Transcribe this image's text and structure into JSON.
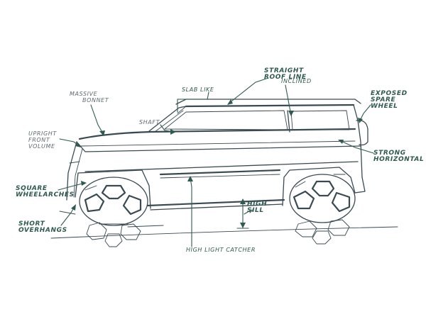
{
  "annotations": {
    "straight_roofline": [
      "Straight",
      "Roof line"
    ],
    "slab_like": "Slab like",
    "inclined": "Inclined",
    "exposed_spare_wheel": [
      "Exposed",
      "Spare",
      "wheel"
    ],
    "massive_bonnet": [
      "Massive",
      "Bonnet"
    ],
    "shaft": "Shaft",
    "upright_front_volume": [
      "Upright",
      "Front",
      "Volume"
    ],
    "strong_horizontal": [
      "Strong",
      "Horizontal"
    ],
    "square_wheelarches": [
      "Square",
      "Wheelarches"
    ],
    "short_overhangs": [
      "Short",
      "Overhangs"
    ],
    "high_sill": [
      "High",
      "Sill"
    ],
    "highlight_catcher": "High light catcher"
  },
  "colors": {
    "ink": "#3a4a52",
    "annotation_ink": "#2e5a4f",
    "paper": "#ffffff"
  }
}
